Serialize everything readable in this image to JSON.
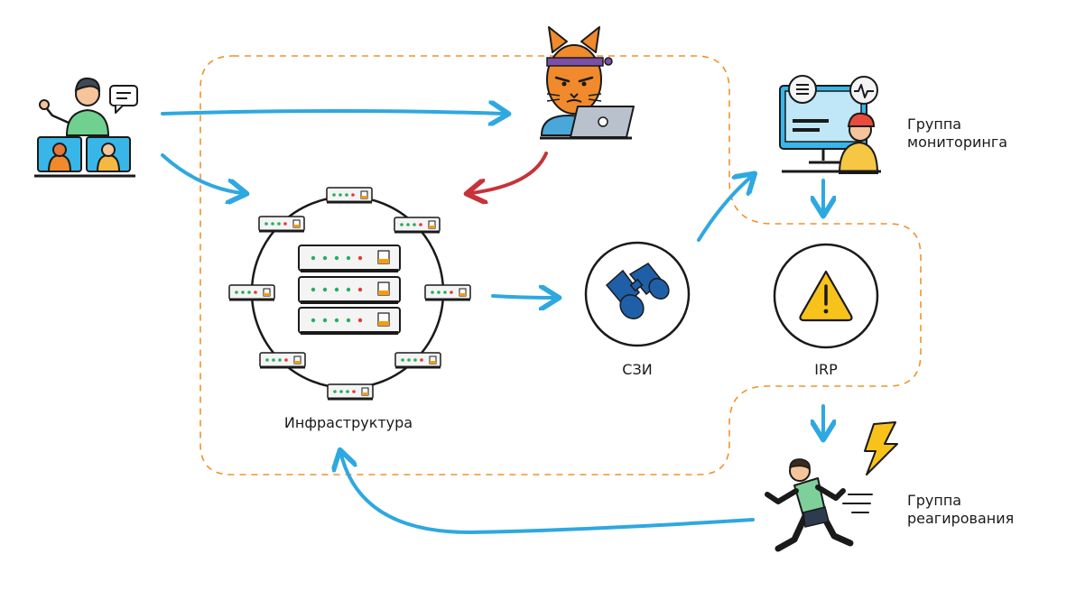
{
  "labels": {
    "infrastructure": "Инфраструктура",
    "szi": "СЗИ",
    "irp": "IRP",
    "monitoring_line1": "Группа",
    "monitoring_line2": "мониторинга",
    "response_line1": "Группа",
    "response_line2": "реагирования"
  },
  "colors": {
    "flow_arrow": "#2ea8e0",
    "attack_arrow": "#c8323a",
    "boundary": "#f0922b",
    "outline": "#1a1a1a",
    "warning": "#f7c31a",
    "binoculars": "#1f5fa8",
    "led_green": "#27ae60",
    "led_red": "#e53935",
    "led_orange": "#f39c12"
  },
  "icons": {
    "users": "presenter-with-audience-icon",
    "attacker": "hacker-cat-icon",
    "monitoring": "monitoring-operator-icon",
    "szi": "binoculars-icon",
    "irp": "warning-icon",
    "response": "running-person-lightning-icon"
  }
}
